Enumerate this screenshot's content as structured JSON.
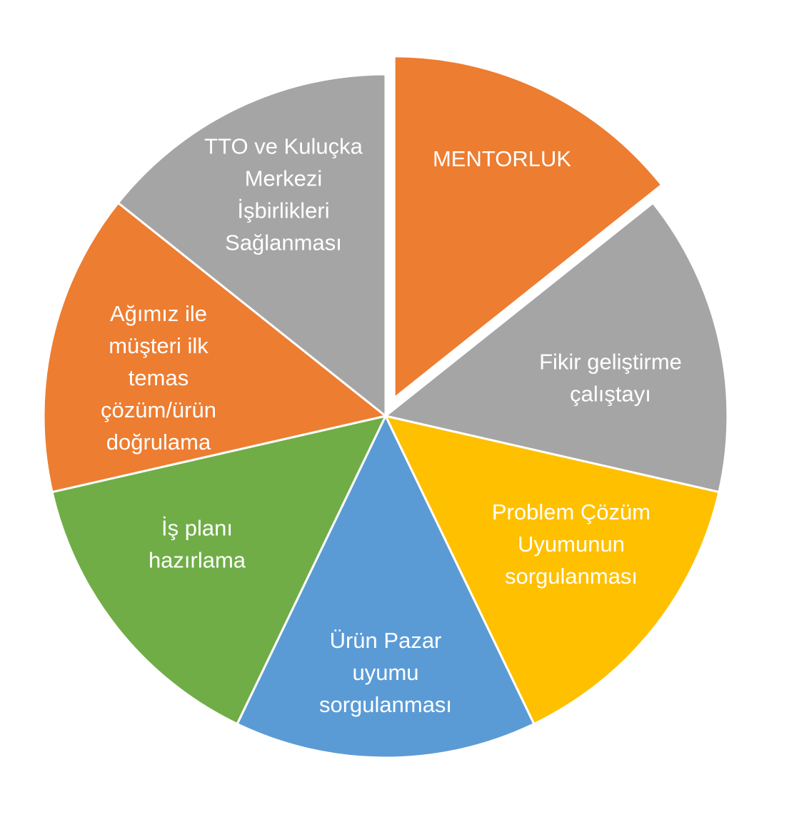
{
  "chart_data": {
    "type": "pie",
    "title": "",
    "legend": "none",
    "slices": [
      {
        "label_lines": [
          "MENTORLUK"
        ],
        "value": 1,
        "color": "#ED7D31",
        "exploded": true
      },
      {
        "label_lines": [
          "Fikir geliştirme",
          "çalıştayı"
        ],
        "value": 1,
        "color": "#A5A5A5",
        "exploded": false
      },
      {
        "label_lines": [
          "Problem Çözüm",
          "Uyumunun",
          "sorgulanması"
        ],
        "value": 1,
        "color": "#FFC000",
        "exploded": false
      },
      {
        "label_lines": [
          "Ürün Pazar",
          "uyumu",
          "sorgulanması"
        ],
        "value": 1,
        "color": "#5B9BD5",
        "exploded": false
      },
      {
        "label_lines": [
          "İş planı",
          "hazırlama"
        ],
        "value": 1,
        "color": "#70AD47",
        "exploded": false
      },
      {
        "label_lines": [
          "Ağımız ile",
          "müşteri ilk",
          "temas",
          "çözüm/ürün",
          "doğrulama"
        ],
        "value": 1,
        "color": "#ED7D31",
        "exploded": false
      },
      {
        "label_lines": [
          "TTO ve Kuluçka",
          "Merkezi",
          "İşbirlikleri",
          "Sağlanması"
        ],
        "value": 1,
        "color": "#A5A5A5",
        "exploded": false
      }
    ]
  }
}
